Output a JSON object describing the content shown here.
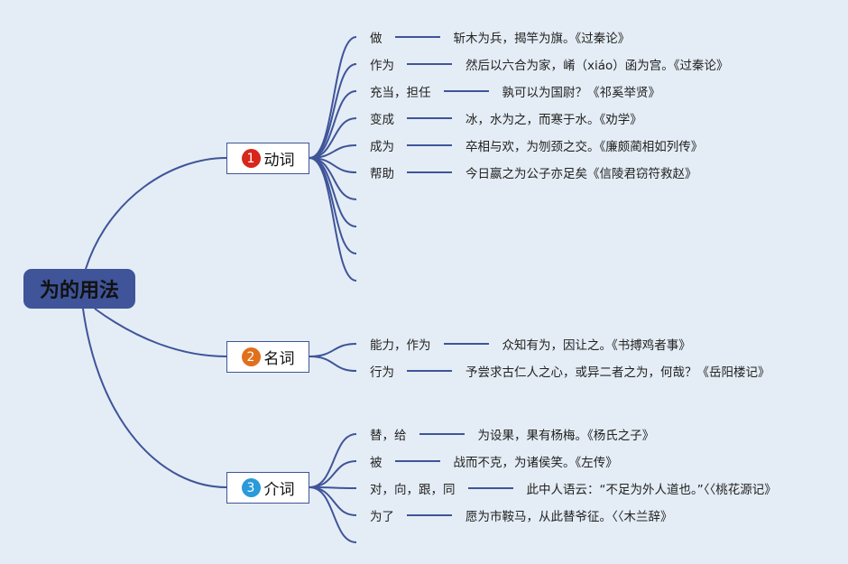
{
  "root": {
    "title": "为的用法"
  },
  "colors": {
    "line": "#3f5499",
    "root_bg": "#3f5499",
    "badge1": "#d7261b",
    "badge2": "#e0701c",
    "badge3": "#2a9ad8"
  },
  "branches": [
    {
      "number": "1",
      "label": "动词",
      "items": [
        {
          "meaning": "做",
          "example": "斩木为兵，揭竿为旗。《过秦论》"
        },
        {
          "meaning": "作为",
          "example": "然后以六合为家，崤（xiáo）函为宫。《过秦论》"
        },
        {
          "meaning": "充当，担任",
          "example": "孰可以为国尉？《祁奚举贤》"
        },
        {
          "meaning": "变成",
          "example": "冰，水为之，而寒于水。《劝学》"
        },
        {
          "meaning": "成为",
          "example": "卒相与欢，为刎颈之交。《廉颇蔺相如列传》"
        },
        {
          "meaning": "帮助",
          "example": "今日嬴之为公子亦足矣《信陵君窃符救赵》"
        }
      ],
      "empty_leaves": 4
    },
    {
      "number": "2",
      "label": "名词",
      "items": [
        {
          "meaning": "能力，作为",
          "example": "众知有为，因让之。《书搏鸡者事》"
        },
        {
          "meaning": "行为",
          "example": "予尝求古仁人之心，或异二者之为，何哉？《岳阳楼记》"
        }
      ],
      "empty_leaves": 0
    },
    {
      "number": "3",
      "label": "介词",
      "items": [
        {
          "meaning": "替，给",
          "example": "为设果，果有杨梅。《杨氏之子》"
        },
        {
          "meaning": "被",
          "example": "战而不克，为诸侯笑。《左传》"
        },
        {
          "meaning": "对，向，跟，同",
          "example": "此中人语云：“不足为外人道也。”〈〈桃花源记》"
        },
        {
          "meaning": "为了",
          "example": "愿为市鞍马，从此替爷征。〈〈木兰辞》"
        }
      ],
      "empty_leaves": 1
    }
  ]
}
